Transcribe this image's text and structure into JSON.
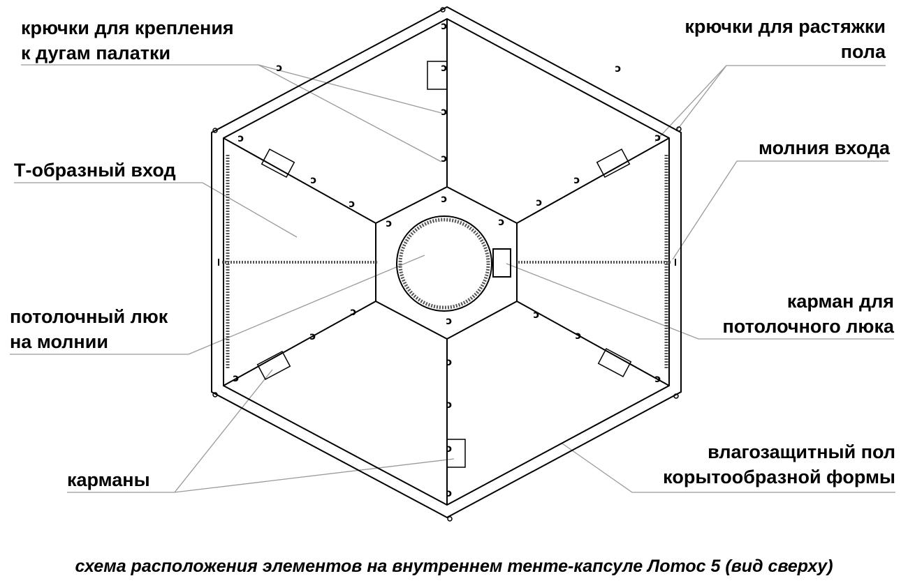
{
  "labels": {
    "hooks_arcs": [
      "крючки для крепления",
      "к дугам палатки"
    ],
    "hooks_floor": [
      "крючки для растяжки",
      "пола"
    ],
    "t_entrance": [
      "Т-образный вход"
    ],
    "entrance_zipper": [
      "молния входа"
    ],
    "ceiling_hatch": [
      "потолочный люк",
      "на молнии"
    ],
    "hatch_pocket": [
      "карман для",
      "потолочного люка"
    ],
    "pockets": [
      "карманы"
    ],
    "floor": [
      "влагозащитный пол",
      "корытообразной формы"
    ]
  },
  "caption": "схема расположения элементов на внутреннем тенте-капсуле Лотос 5 (вид сверху)",
  "hook_glyph": "ɔ",
  "colors": {
    "line": "#000000",
    "leader": "#9a9a9a",
    "zipper": "#555555",
    "background": "#ffffff"
  }
}
